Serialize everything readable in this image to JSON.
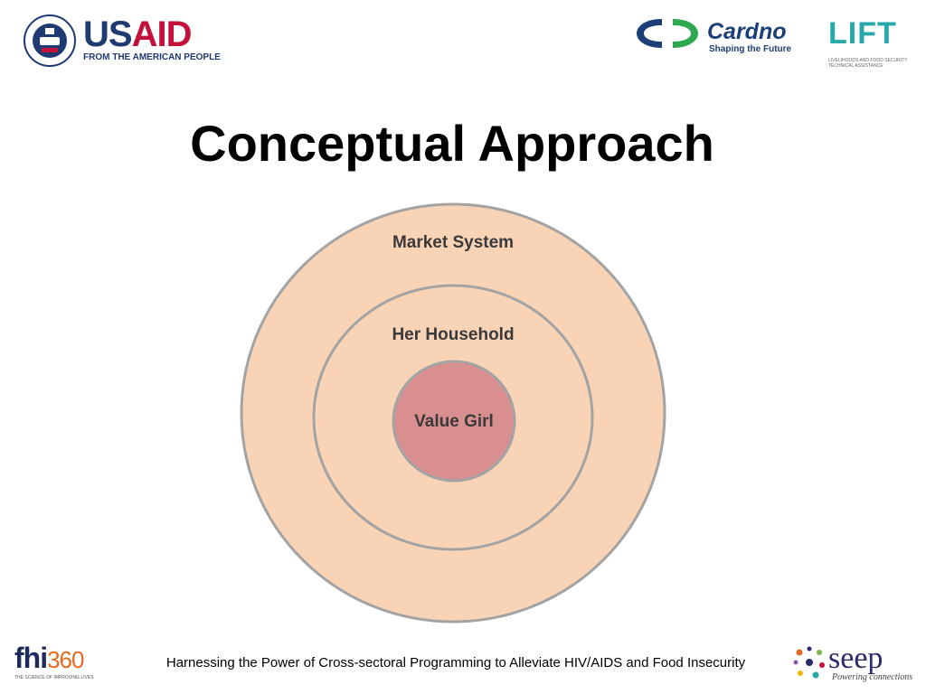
{
  "logos": {
    "usaid": {
      "word_main": "US",
      "word_accent": "AID",
      "tagline": "FROM THE AMERICAN PEOPLE"
    },
    "cardno": {
      "name": "Cardno",
      "tagline": "Shaping the Future"
    },
    "lift": {
      "word": "LIFT",
      "tagline": "Livelihoods and Food Security Technical Assistance"
    },
    "fhi360": {
      "word_main": "fhi",
      "word_num": "360",
      "tagline": "The Science of Improving Lives"
    },
    "seep": {
      "word": "seep",
      "tagline": "Powering connections"
    }
  },
  "slide": {
    "title": "Conceptual Approach",
    "footer": "Harnessing the Power of Cross-sectoral Programming to Alleviate HIV/AIDS and Food Insecurity"
  },
  "diagram": {
    "outer_label": "Market System",
    "middle_label": "Her Household",
    "inner_label": "Value Girl",
    "colors": {
      "fill": "#f9d3b5",
      "inner_fill": "#d98f8f",
      "stroke": "#a3a3a3"
    }
  }
}
